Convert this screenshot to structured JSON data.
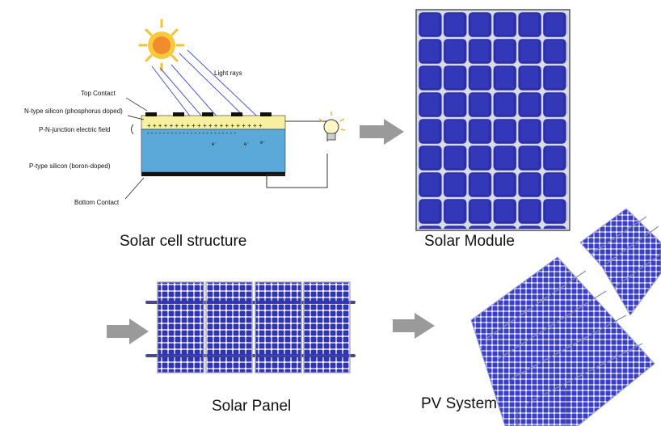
{
  "cell_diagram": {
    "light_rays": "Light rays",
    "top_contact": "Top Contact",
    "n_type": "N-type silicon (phosphorus doped)",
    "pn_junction": "P-N-junction electric field",
    "p_type": "P-type silicon (boron-doped)",
    "bottom_contact": "Bottom Contact",
    "electron_label": "e⁻"
  },
  "captions": {
    "solar_cell": "Solar cell structure",
    "solar_module": "Solar Module",
    "solar_panel": "Solar Panel",
    "pv_system": "PV System"
  },
  "colors": {
    "cell_blue": "#2b2ea8",
    "cell_blue_light": "#3a3fc4",
    "grid_line": "#c8cde0",
    "n_layer": "#f6f0a0",
    "p_layer": "#5aa9d8",
    "arrow_grey": "#9a9a9a",
    "sun": "#f28a2e"
  }
}
